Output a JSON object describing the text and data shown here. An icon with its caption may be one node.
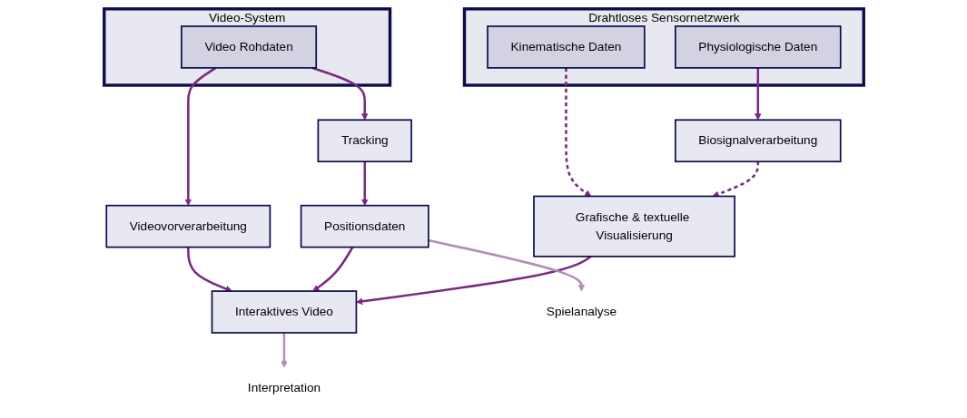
{
  "diagram": {
    "nodes": [
      {
        "text": [
          "Video-System"
        ]
      },
      {
        "text": [
          "Video Rohdaten"
        ],
        "in": 0
      },
      {
        "text": [
          "Drahtloses Sensornetzwerk"
        ]
      },
      {
        "text": [
          "Kinematische Daten"
        ],
        "in": 2
      },
      {
        "text": [
          "Physiologische Daten"
        ],
        "in": 2
      },
      {
        "text": [
          "Tracking"
        ]
      },
      {
        "text": [
          "Videovorverarbeitung"
        ]
      },
      {
        "text": [
          "Biosignalverarbeitung"
        ]
      },
      {
        "text": [
          "Positionsdaten"
        ]
      },
      {
        "text": [
          "Interaktives Video"
        ]
      },
      {
        "text": [
          "Grafische & textuelle Visualisierung"
        ]
      },
      {
        "text": [
          "Spielanalyse"
        ]
      },
      {
        "text": [
          "Interpretation"
        ]
      }
    ],
    "edges": [
      {
        "from": 1,
        "to": 5,
        "arrow": "to"
      },
      {
        "from": 1,
        "to": 6,
        "arrow": "to"
      },
      {
        "from": 3,
        "to": 10,
        "arrow": "to",
        "style": "dashed"
      },
      {
        "from": 4,
        "to": 7,
        "arrow": "to"
      },
      {
        "from": 5,
        "to": 8,
        "arrow": "to"
      },
      {
        "from": 6,
        "to": 9,
        "arrow": "to"
      },
      {
        "from": 7,
        "to": 10,
        "arrow": "to",
        "style": "dashed"
      },
      {
        "from": 8,
        "to": 9,
        "arrow": "to"
      },
      {
        "from": 10,
        "to": 9,
        "arrow": "to"
      },
      {
        "from": 8,
        "to": 11,
        "arrow": "to",
        "color": "#b48cb8"
      },
      {
        "from": 9,
        "to": 12,
        "arrow": "to",
        "color": "#b48cb8"
      }
    ]
  }
}
